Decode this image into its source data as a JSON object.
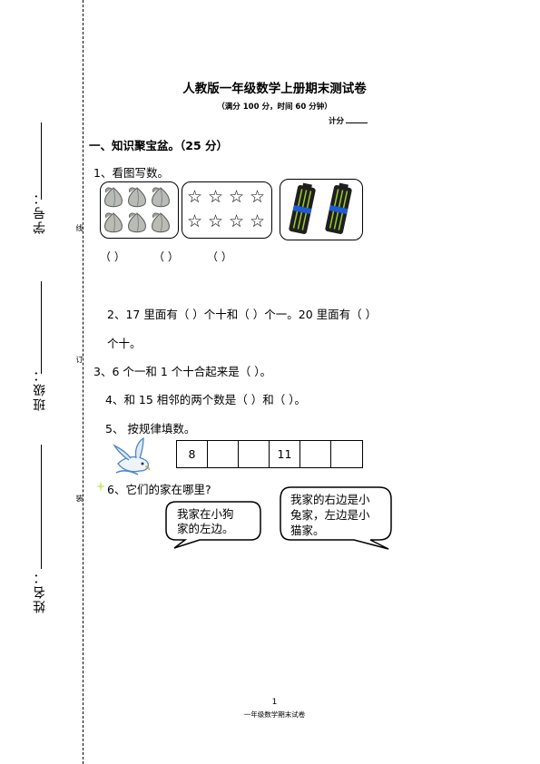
{
  "header": {
    "title": "人教版一年级数学上册期末测试卷",
    "subtitle": "（满分 100 分，时间 60 分钟）",
    "score_label": "计分"
  },
  "binding": {
    "student_no_label": "学号：",
    "class_label": "班级：",
    "name_label": "姓名：",
    "mark_line": "线",
    "mark_ding": "订",
    "mark_zhuang": "装"
  },
  "section1": {
    "heading": "一、知识聚宝盆。（25 分）"
  },
  "questions": {
    "q1": "1、看图写数。",
    "q1_parens": [
      "（    ）",
      "（    ）",
      "（    ）"
    ],
    "q2_line1": "2、17 里面有（    ）个十和（    ）个一。20 里面有（    ）",
    "q2_line2": "个十。",
    "q3": "3、6 个一和 1 个十合起来是（    ）。",
    "q4": "4、和 15 相邻的两个数是（    ）和（    ）。",
    "q5": "5、 按规律填数。",
    "q5_sequence": [
      "8",
      "",
      "",
      "11",
      "",
      ""
    ],
    "q6": "6、它们的家在哪里?",
    "bubble_left": [
      "我家在小狗",
      "家的左边。"
    ],
    "bubble_right": [
      "我家的右边是小",
      "兔家，左边是小",
      "猫家。"
    ]
  },
  "footer": {
    "page_number": "1",
    "caption": "一年级数学期末试卷"
  },
  "colors": {
    "battery_body": "#1f1f1f",
    "battery_stripe": "#9acd32",
    "battery_band": "#1e5bd8",
    "peach": "#b8bcb4",
    "rabbit": "#4a86c8"
  }
}
